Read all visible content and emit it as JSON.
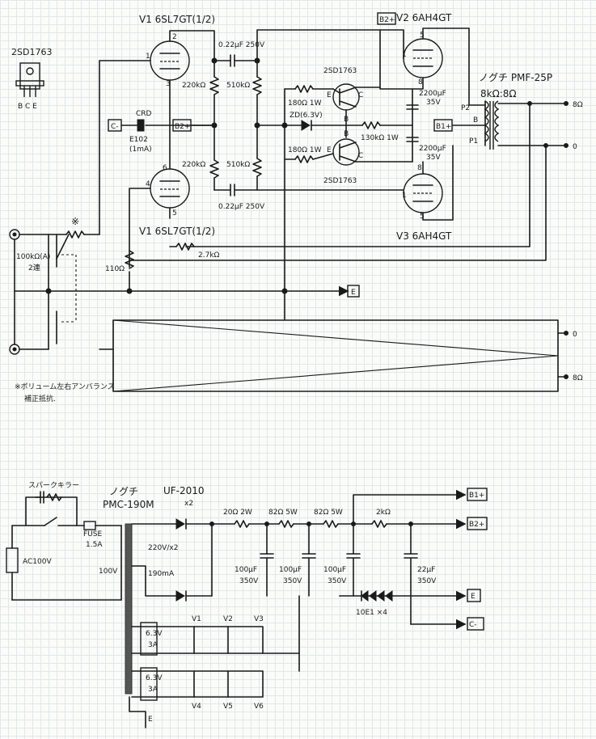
{
  "amplifier": {
    "tr_part": "2SD1763",
    "tr_pins": "B C E",
    "v1_top": "V1 6SL7GT(1/2)",
    "v1_bot": "V1 6SL7GT(1/2)",
    "v2": "V2 6AH4GT",
    "v3": "V3 6AH4GT",
    "opt_name": "ノグチ PMF-25P",
    "opt_ratio": "8kΩ:8Ω",
    "cap_top": "0.22μF 250V",
    "cap_bot": "0.22μF 250V",
    "r_220k_a": "220kΩ",
    "r_220k_b": "220kΩ",
    "r_510k_a": "510kΩ",
    "r_510k_b": "510kΩ",
    "crd": "CRD",
    "crd_part": "E102",
    "crd_current": "(1mA)",
    "r_180_a": "180Ω 1W",
    "r_180_b": "180Ω 1W",
    "zd": "ZD(6.3V)",
    "r_130k": "130kΩ 1W",
    "cap_2200_a": "2200μF",
    "cap_2200_a_v": "35V",
    "cap_2200_b": "2200μF",
    "cap_2200_b_v": "35V",
    "tr_top": "2SD1763",
    "tr_bot": "2SD1763",
    "vol": "100kΩ(A)",
    "vol_gang": "2連",
    "r_110": "110Ω",
    "r_27k": "2.7kΩ",
    "mark": "※",
    "note_1": "※ボリューム左右アンバランス",
    "note_2": "補正抵抗.",
    "p1": "P1",
    "p2": "P2",
    "b": "B",
    "tag_c_minus": "C-",
    "tag_b2_plus": "B2+",
    "tag_b2_plus_top": "B2+",
    "tag_b1_plus": "B1+",
    "tag_e": "E",
    "out_8": "8Ω",
    "out_0": "0",
    "out2_0": "0",
    "out2_8": "8Ω",
    "pin_1": "1",
    "pin_2": "2",
    "pin_3": "3",
    "pin_4": "4",
    "pin_5": "5",
    "pin_6": "6",
    "pin_5b": "5",
    "pin_8a": "8",
    "pin_8b": "8",
    "pin_1b": "1",
    "pin_1c": "1",
    "pin_5c": "5",
    "tr_e": "E",
    "tr_c": "C",
    "tr_b": "B",
    "tr_e2": "E",
    "tr_c2": "C",
    "tr_b2": "B"
  },
  "power": {
    "spark": "スパークキラー",
    "ac": "AC100V",
    "fuse": "FUSE",
    "fuse_rating": "1.5A",
    "pt_name": "ノグチ",
    "pt_model": "PMC-190M",
    "primary": "100V",
    "diode": "UF-2010",
    "diode_x": "x2",
    "sec_hv": "220V/x2",
    "sec_ma": "190mA",
    "r_20": "20Ω 2W",
    "r_82a": "82Ω 5W",
    "r_82b": "82Ω 5W",
    "r_2k": "2kΩ",
    "c_100a": "100μF",
    "c_100a_v": "350V",
    "c_100b": "100μF",
    "c_100b_v": "350V",
    "c_100c": "100μF",
    "c_100c_v": "350V",
    "c_22": "22μF",
    "c_22_v": "350V",
    "diode_chain": "10E1 ×4",
    "heater_a": "6.3V",
    "heater_a_i": "3A",
    "heater_b": "6.3V",
    "heater_b_i": "3A",
    "hv1": "V1",
    "hv2": "V2",
    "hv3": "V3",
    "hv4": "V4",
    "hv5": "V5",
    "hv6": "V6",
    "tag_b1": "B1+",
    "tag_b2": "B2+",
    "tag_e": "E",
    "tag_c": "C-",
    "ground_e": "E"
  }
}
